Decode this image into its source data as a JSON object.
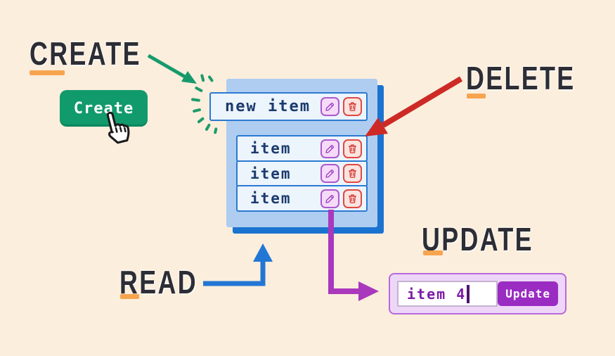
{
  "headings": {
    "create": "CREATE",
    "delete": "DELETE",
    "read": "READ",
    "update": "UPDATE"
  },
  "create_button": {
    "label": "Create"
  },
  "panel": {
    "new_item": {
      "label": "new item"
    },
    "items": [
      "item",
      "item",
      "item"
    ]
  },
  "update_widget": {
    "input_value": "item 4",
    "button_label": "Update"
  },
  "icons": {
    "edit": "pencil-icon",
    "delete": "trash-icon",
    "cursor": "hand-pointer-icon",
    "emphasis": "sparkle-burst"
  },
  "colors": {
    "background": "#fbeedd",
    "heading_text": "#2d2d35",
    "underline_orange": "#f7a44f",
    "green": "#129a6c",
    "blue_dark": "#1b73d0",
    "panel_blue": "#aecdf1",
    "row_bg": "#ecf4fc",
    "row_border": "#2b7ad1",
    "navy_text": "#1b3a6d",
    "red_arrow": "#cd2a26",
    "blue_arrow": "#2277d4",
    "purple_arrow": "#a938bd",
    "pencil_purple": "#9a3ac1",
    "trash_red": "#d5332d",
    "update_panel_bg": "#eed6f8",
    "update_panel_border": "#b968da",
    "update_button": "#9a2cc2",
    "input_text": "#7d1ca8"
  }
}
